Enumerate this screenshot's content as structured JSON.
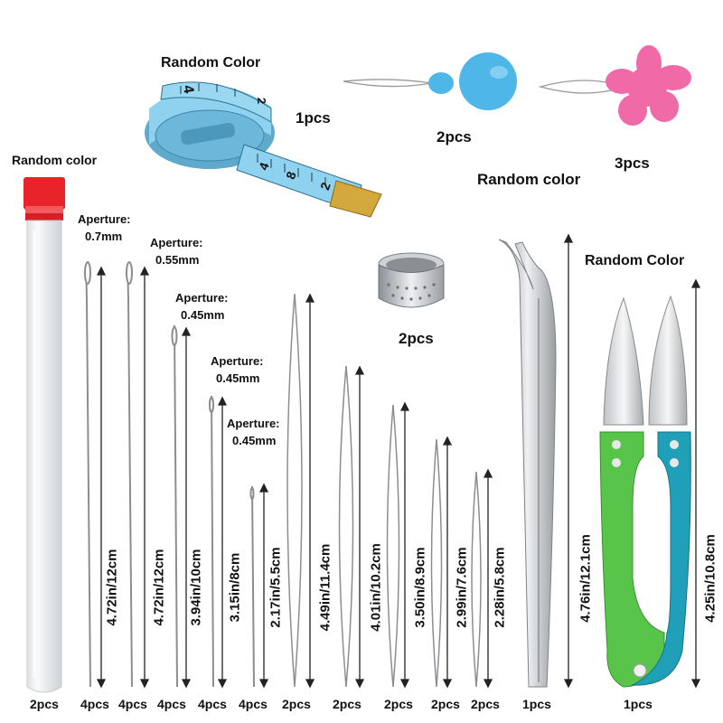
{
  "labels": {
    "tape_color": "Random Color",
    "tape_qty": "1pcs",
    "threader_small_qty": "2pcs",
    "threader_flower_qty": "3pcs",
    "threader_color": "Random color",
    "tube_color": "Random color",
    "thimble_qty": "2pcs",
    "scissors_color": "Random Color"
  },
  "apertures": [
    {
      "title": "Aperture:",
      "value": "0.7mm"
    },
    {
      "title": "Aperture:",
      "value": "0.55mm"
    },
    {
      "title": "Aperture:",
      "value": "0.45mm"
    },
    {
      "title": "Aperture:",
      "value": "0.45mm"
    },
    {
      "title": "Aperture:",
      "value": "0.45mm"
    }
  ],
  "measurements": [
    "4.72in/12cm",
    "4.72in/12cm",
    "3.94in/10cm",
    "3.15in/8cm",
    "2.17in/5.5cm",
    "4.49in/11.4cm",
    "4.01in/10.2cm",
    "3.50in/8.9cm",
    "2.99in/7.6cm",
    "2.28in/5.8cm",
    "4.76in/12.1cm",
    "4.25in/10.8cm"
  ],
  "quantities": [
    "2pcs",
    "4pcs",
    "4pcs",
    "4pcs",
    "4pcs",
    "4pcs",
    "2pcs",
    "2pcs",
    "2pcs",
    "2pcs",
    "2pcs",
    "1pcs",
    "1pcs"
  ],
  "tape_numbers": [
    "4",
    "2",
    "8",
    "4",
    "2"
  ],
  "colors": {
    "tape_blue": "#7fc8e8",
    "threader_blue": "#4fb6e8",
    "flower_pink": "#f06aa8",
    "tube_cap_red": "#e8242a",
    "scissor_green": "#58c44a",
    "scissor_teal": "#1fa0b8"
  }
}
